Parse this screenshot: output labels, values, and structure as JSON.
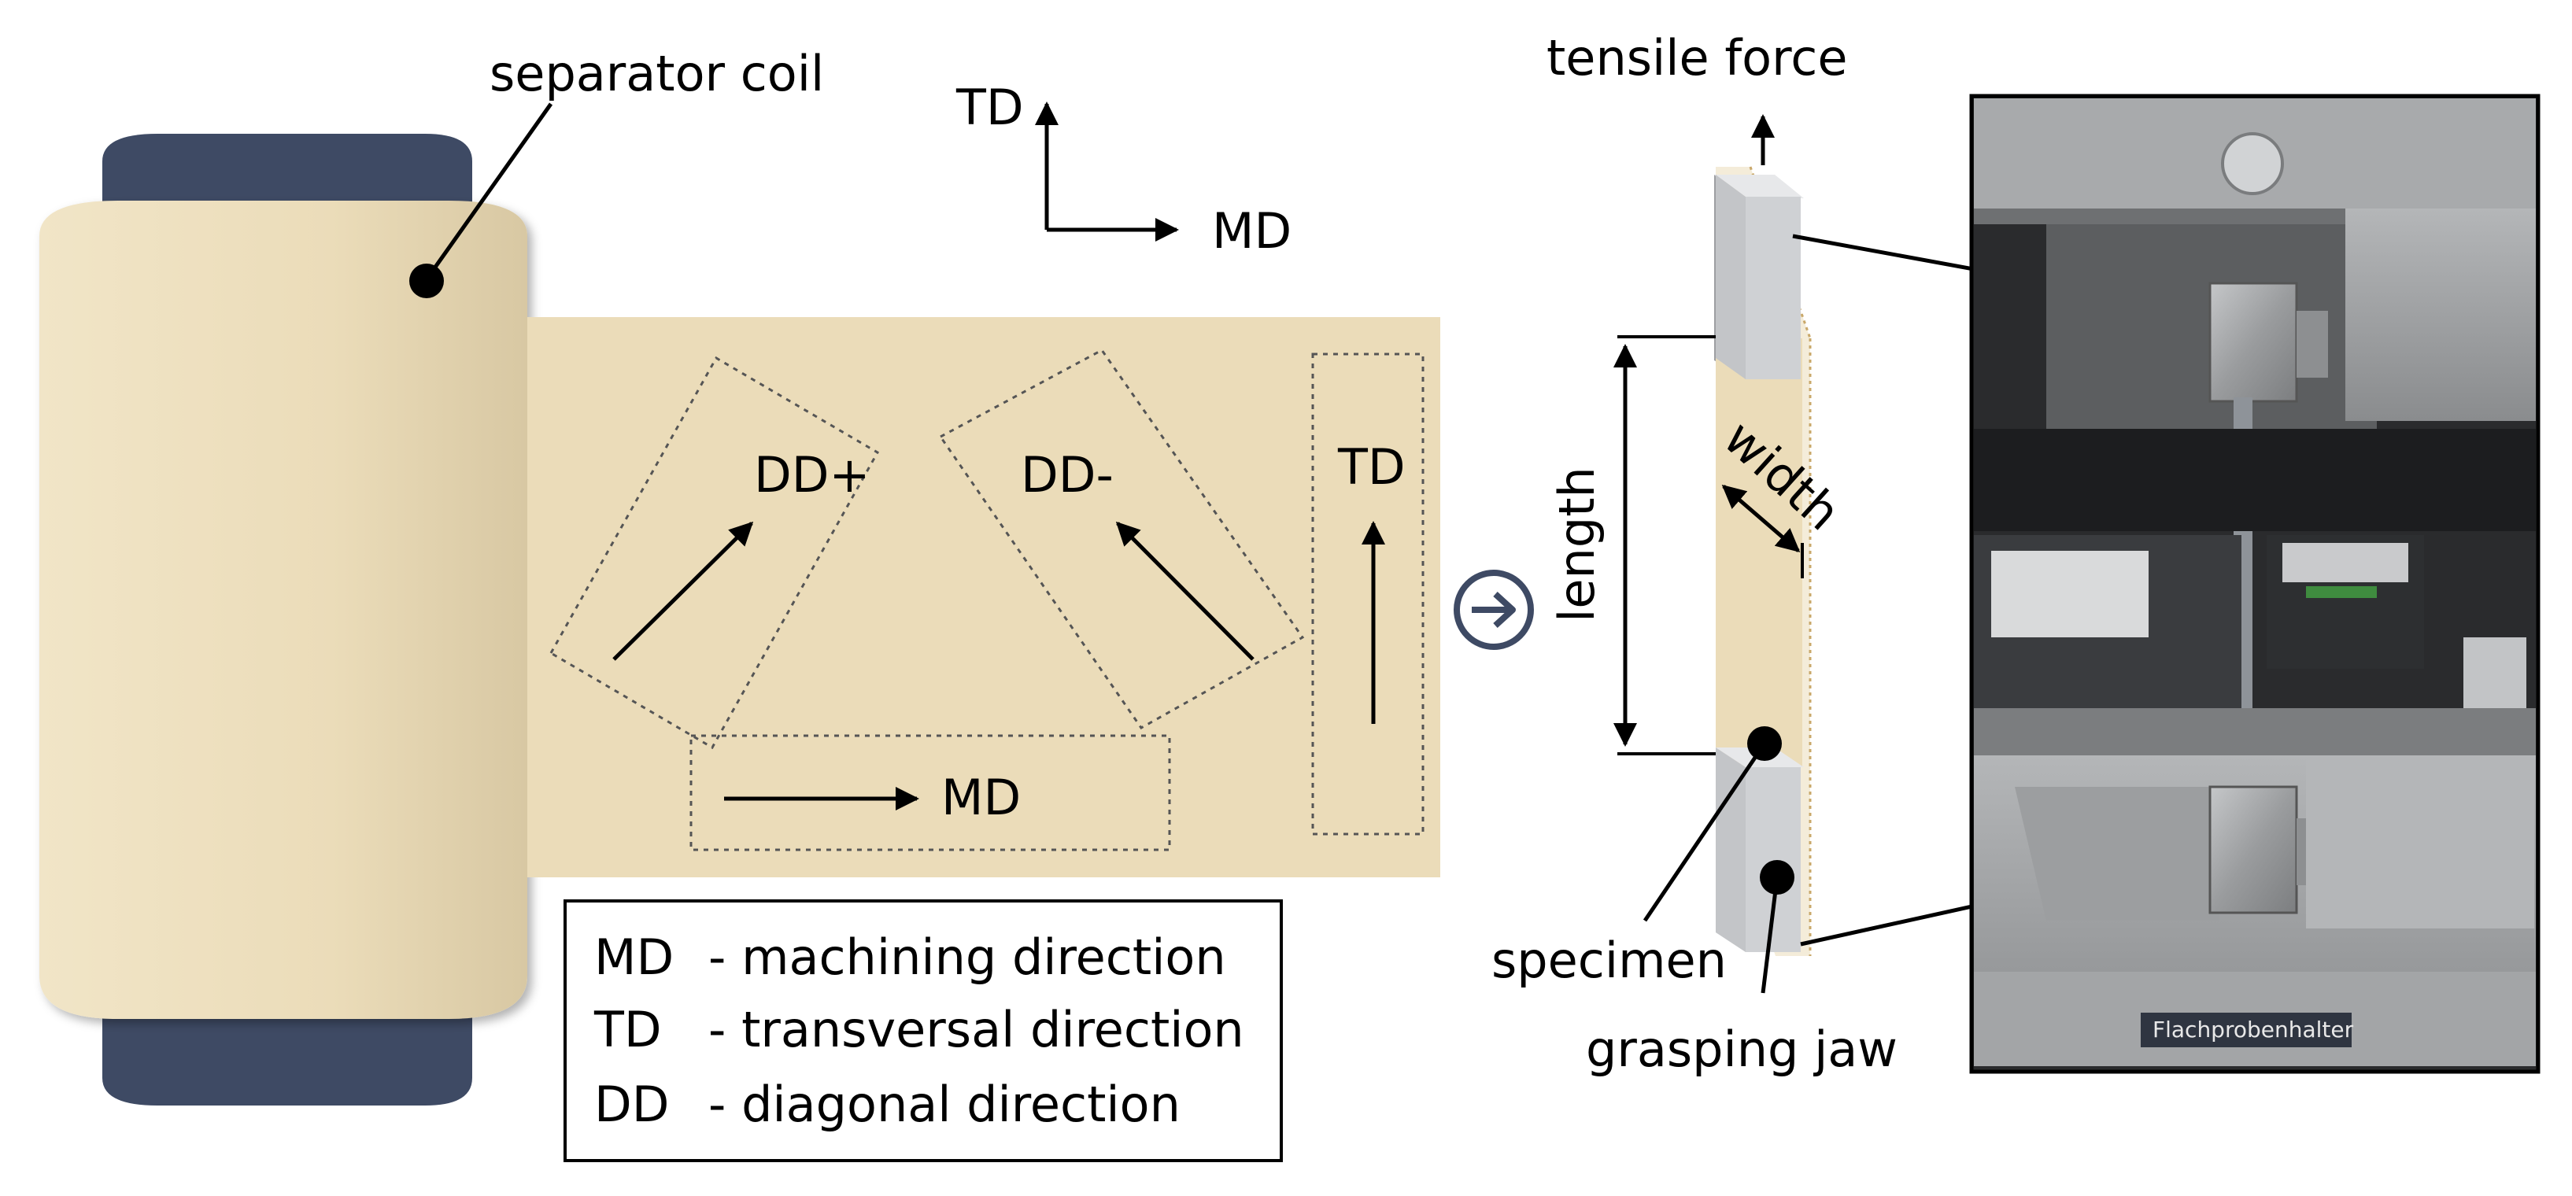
{
  "labels": {
    "separator_coil": "separator coil",
    "axis_td": "TD",
    "axis_md": "MD",
    "strip_dd_plus": "DD+",
    "strip_dd_minus": "DD-",
    "strip_td": "TD",
    "strip_md": "MD",
    "tensile_force": "tensile force",
    "length": "length",
    "width": "width",
    "specimen": "specimen",
    "grasping_jaw": "grasping jaw"
  },
  "legend": {
    "rows": [
      {
        "abbr": "MD",
        "text": "- machining direction"
      },
      {
        "abbr": "TD",
        "text": "- transversal direction"
      },
      {
        "abbr": "DD",
        "text": "- diagonal direction"
      }
    ]
  },
  "photo": {
    "holder_label": "Flachprobenhalter"
  },
  "colors": {
    "separator": "#ebdcb9",
    "coil_core": "#3e4a64",
    "jaw": "#c9cbcf",
    "flow_icon": "#3e4a64"
  },
  "icons": {
    "flow": "arrow-right-circle-icon"
  }
}
